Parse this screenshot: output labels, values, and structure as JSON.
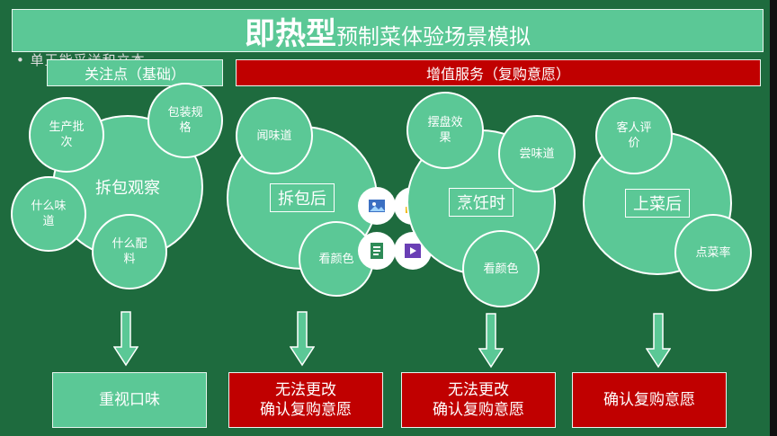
{
  "slide": {
    "bullet_text": "• 单王能采送和立本",
    "title_bold": "即热型",
    "title_rest": "预制菜体验场景模拟"
  },
  "headers": {
    "left": "关注点（基础）",
    "right": "增值服务（复购意愿）"
  },
  "group1": {
    "center": "拆包观察",
    "items": [
      "生产批次",
      "包装规格",
      "什么味道",
      "什么配料"
    ]
  },
  "group2": {
    "center": "拆包后",
    "items": [
      "闻味道",
      "看颜色"
    ]
  },
  "group3": {
    "center": "烹饪时",
    "items": [
      "摆盘效果",
      "尝味道",
      "看颜色"
    ]
  },
  "group4": {
    "center": "上菜后",
    "items": [
      "客人评价",
      "点菜率"
    ]
  },
  "outcomes": [
    "重视口味",
    "无法更改\n确认复购意愿",
    "无法更改\n确认复购意愿",
    "确认复购意愿"
  ],
  "colors": {
    "green": "#5bc896",
    "red": "#c00000",
    "background": "#1e6b3e"
  },
  "icons": [
    "image-icon",
    "chart-icon",
    "document-icon",
    "video-icon"
  ]
}
